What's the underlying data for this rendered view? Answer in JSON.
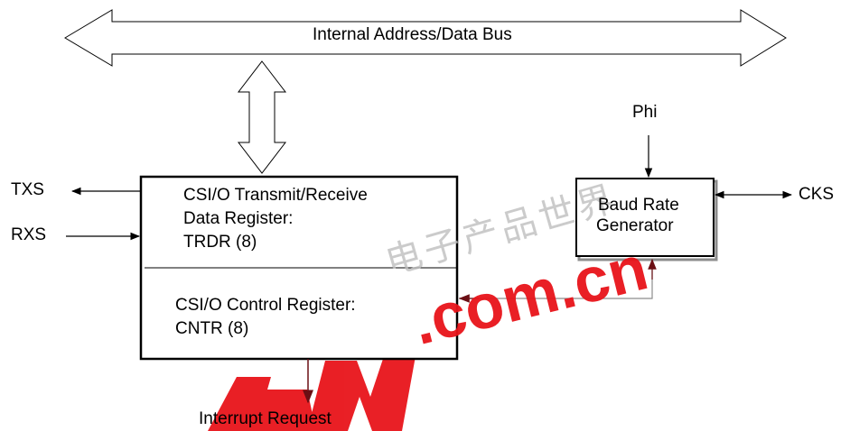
{
  "bus": {
    "label": "Internal Address/Data Bus"
  },
  "pins": {
    "txs": "TXS",
    "rxs": "RXS",
    "cks": "CKS",
    "phi": "Phi"
  },
  "csio_block": {
    "trdr_line1": "CSI/O Transmit/Receive",
    "trdr_line2": "Data Register:",
    "trdr_line3": "TRDR (8)",
    "cntr_line1": "CSI/O Control Register:",
    "cntr_line2": "CNTR (8)"
  },
  "baud_block": {
    "line1": "Baud Rate",
    "line2": "Generator"
  },
  "interrupt": {
    "label": "Interrupt Request"
  },
  "watermark": {
    "text": ".com.cn",
    "chinese": "电子产品世界"
  },
  "colors": {
    "accent_red": "#e8141a",
    "dark_red": "#6b0f14",
    "shadow": "#8c8c8c"
  }
}
